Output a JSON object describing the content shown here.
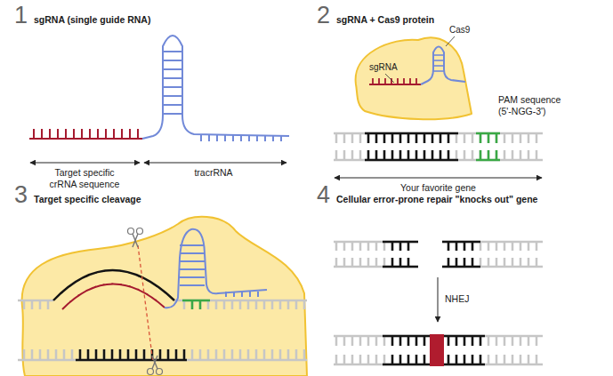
{
  "diagram": {
    "nodes": [
      {
        "text": [
          "Cas9",
          "sgRNA"
        ]
      }
    ],
    "labels": [
      "1",
      "sgRNA (single guide RNA)",
      "Target specific crRNA sequence",
      "tracrRNA",
      "2",
      "sgRNA + Cas9 protein",
      "PAM sequence (5'-NGG-3')",
      "Your favorite gene",
      "3",
      "Target specific cleavage",
      "4",
      "Cellular error-prone repair \"knocks out\" gene",
      "NHEJ"
    ]
  }
}
